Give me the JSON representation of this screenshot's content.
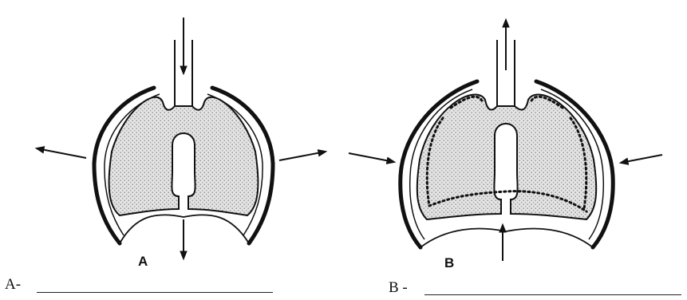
{
  "diagram": {
    "panels": [
      {
        "id": "A",
        "label": "A"
      },
      {
        "id": "B",
        "label": "B"
      }
    ]
  },
  "answers": {
    "a_prompt": "A-",
    "b_prompt": "B -"
  },
  "colors": {
    "ink": "#111111",
    "lung_fill": "#d4d4d4"
  }
}
